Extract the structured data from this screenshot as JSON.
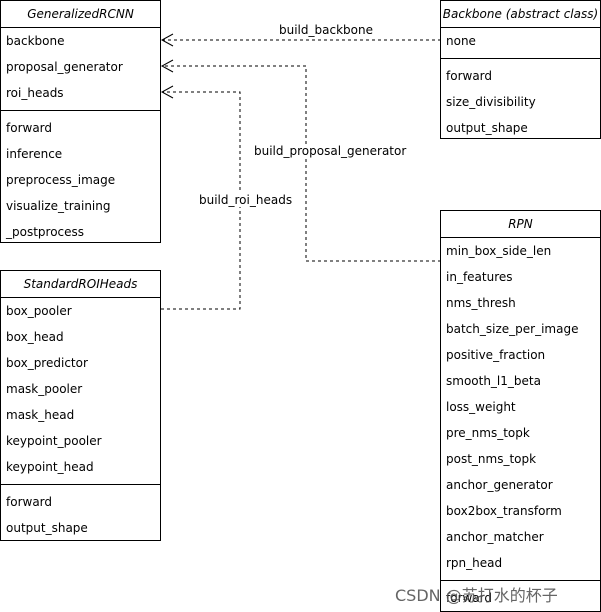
{
  "classes": {
    "generalized_rcnn": {
      "title": "GeneralizedRCNN",
      "attributes": [
        "backbone",
        "proposal_generator",
        "roi_heads"
      ],
      "methods": [
        "forward",
        "inference",
        "preprocess_image",
        "visualize_training",
        "_postprocess"
      ]
    },
    "backbone": {
      "title": "Backbone (abstract class)",
      "attributes": [
        "none"
      ],
      "methods": [
        "forward",
        "size_divisibility",
        "output_shape"
      ]
    },
    "standard_roi_heads": {
      "title": "StandardROIHeads",
      "attributes": [
        "box_pooler",
        "box_head",
        "box_predictor",
        "mask_pooler",
        "mask_head",
        "keypoint_pooler",
        "keypoint_head"
      ],
      "methods": [
        "forward",
        "output_shape"
      ]
    },
    "rpn": {
      "title": "RPN",
      "attributes": [
        "min_box_side_len",
        "in_features",
        "nms_thresh",
        "batch_size_per_image",
        "positive_fraction",
        "smooth_l1_beta",
        "loss_weight",
        "pre_nms_topk",
        "post_nms_topk",
        "anchor_generator",
        "box2box_transform",
        "anchor_matcher",
        "rpn_head"
      ],
      "methods": [
        "forward"
      ]
    }
  },
  "edges": {
    "build_backbone": "build_backbone",
    "build_proposal_generator": "build_proposal_generator",
    "build_roi_heads": "build_roi_heads"
  },
  "watermark": "CSDN @苏打水的杯子"
}
